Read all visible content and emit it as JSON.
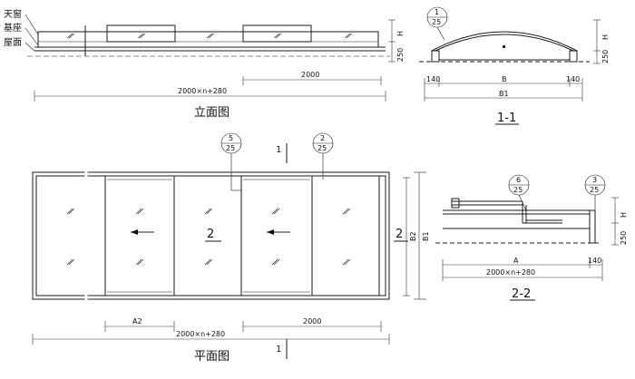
{
  "elevation": {
    "labels": [
      "天窗",
      "基座",
      "屋面"
    ],
    "dim_2000": "2000",
    "dim_total": "2000×n+280",
    "dim_h": "H",
    "dim_250": "250",
    "title": "立面图"
  },
  "section_1_1": {
    "callout_num": "1",
    "callout_den": "25",
    "dim_h": "H",
    "dim_250": "250",
    "dim_140_left": "140",
    "dim_B": "B",
    "dim_140_right": "140",
    "dim_B1": "B1",
    "title": "1-1"
  },
  "plan": {
    "callout_a_num": "5",
    "callout_a_den": "25",
    "callout_b_num": "2",
    "callout_b_den": "25",
    "section_top": "1",
    "section_bottom": "1",
    "section_left": "2",
    "section_right": "2",
    "dim_B2": "B2",
    "dim_B1": "B1",
    "dim_A2": "A2",
    "dim_2000": "2000",
    "dim_total": "2000×n+280",
    "title": "平面图"
  },
  "section_2_2": {
    "callout_a_num": "6",
    "callout_a_den": "25",
    "callout_b_num": "3",
    "callout_b_den": "25",
    "dim_h": "H",
    "dim_250": "250",
    "dim_A": "A",
    "dim_140": "140",
    "dim_total": "2000×n+280",
    "title": "2-2"
  }
}
